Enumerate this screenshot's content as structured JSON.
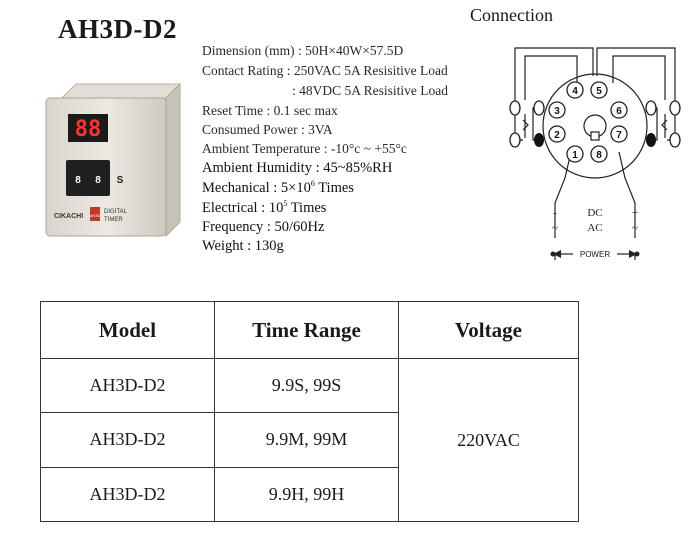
{
  "title": "AH3D-D2",
  "product": {
    "display": "88",
    "button_left": "8",
    "button_right": "8",
    "button_label": "S",
    "brand": "CIKACHI",
    "badge": "AH3D",
    "model_line1": "DIGITAL",
    "model_line2": "TIMER"
  },
  "specs": {
    "dimension": "Dimension (mm) : 50H×40W×57.5D",
    "contact_rating_1": "Contact Rating : 250VAC 5A Resisitive Load",
    "contact_rating_2": ": 48VDC 5A Resisitive Load",
    "reset_time": "Reset Time : 0.1 sec max",
    "consumed_power": "Consumed Power : 3VA",
    "ambient_temperature": "Ambient Temperature : -10°c ~ +55°c",
    "ambient_humidity": "Ambient Humidity : 45~85%RH",
    "mechanical_prefix": "Mechanical : 5×10",
    "mechanical_exp": "6",
    "mechanical_suffix": " Times",
    "electrical_prefix": "Electrical : 10",
    "electrical_exp": "5",
    "electrical_suffix": " Times",
    "frequency": "Frequency : 50/60Hz",
    "weight": "Weight : 130g"
  },
  "connection": {
    "title": "Connection",
    "pins": [
      "4",
      "5",
      "3",
      "6",
      "2",
      "7",
      "1",
      "8"
    ],
    "dc_label": "DC",
    "ac_label": "AC",
    "minus": "-",
    "plus": "+",
    "tilde": "~",
    "power_label": "POWER"
  },
  "table": {
    "headers": [
      "Model",
      "Time Range",
      "Voltage"
    ],
    "rows": [
      {
        "model": "AH3D-D2",
        "range": "9.9S, 99S"
      },
      {
        "model": "AH3D-D2",
        "range": "9.9M, 99M"
      },
      {
        "model": "AH3D-D2",
        "range": "9.9H, 99H"
      }
    ],
    "voltage": "220VAC"
  }
}
